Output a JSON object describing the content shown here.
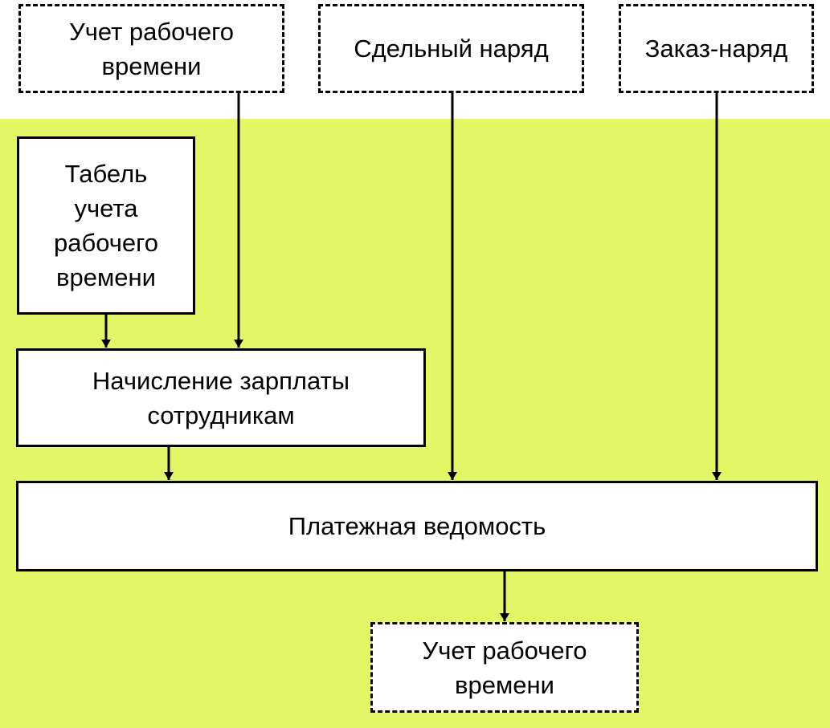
{
  "colors": {
    "zone_fill": "#e2f666",
    "box_fill": "#ffffff",
    "stroke": "#000000"
  },
  "nodes": {
    "time_tracking_top": "Учет рабочего\nвремени",
    "piece_order": "Сдельный наряд",
    "work_order": "Заказ-наряд",
    "timesheet": "Табель\nучета\nрабочего\nвремени",
    "payroll_calc": "Начисление зарплаты\nсотрудникам",
    "pay_statement": "Платежная ведомость",
    "time_tracking_bottom": "Учет рабочего\nвремени"
  },
  "edges": [
    {
      "from": "time_tracking_top",
      "to": "payroll_calc"
    },
    {
      "from": "timesheet",
      "to": "payroll_calc"
    },
    {
      "from": "payroll_calc",
      "to": "pay_statement"
    },
    {
      "from": "piece_order",
      "to": "pay_statement"
    },
    {
      "from": "work_order",
      "to": "pay_statement"
    },
    {
      "from": "pay_statement",
      "to": "time_tracking_bottom"
    }
  ]
}
